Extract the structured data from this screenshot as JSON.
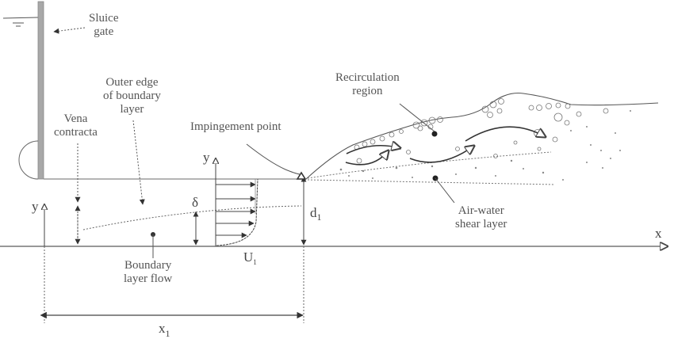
{
  "labels": {
    "sluice_gate": [
      "Sluice",
      "gate"
    ],
    "outer_edge": [
      "Outer edge",
      "of boundary",
      "layer"
    ],
    "vena_contracta": [
      "Vena",
      "contracta"
    ],
    "impingement_point": "Impingement point",
    "recirculation_region": [
      "Recirculation",
      "region"
    ],
    "air_water_shear_layer": [
      "Air-water",
      "shear layer"
    ],
    "boundary_layer_flow": [
      "Boundary",
      "layer flow"
    ]
  },
  "symbols": {
    "y_axis_left": "y",
    "y_axis_profile": "y",
    "x_axis": "x",
    "delta": "δ",
    "d1": "d",
    "d1_sub": "1",
    "u1": "U",
    "u1_sub": "1",
    "x1": "x",
    "x1_sub": "1"
  },
  "colors": {
    "line": "#555555",
    "text": "#555555",
    "gate": "#9a9a9a",
    "dark": "#333333"
  }
}
